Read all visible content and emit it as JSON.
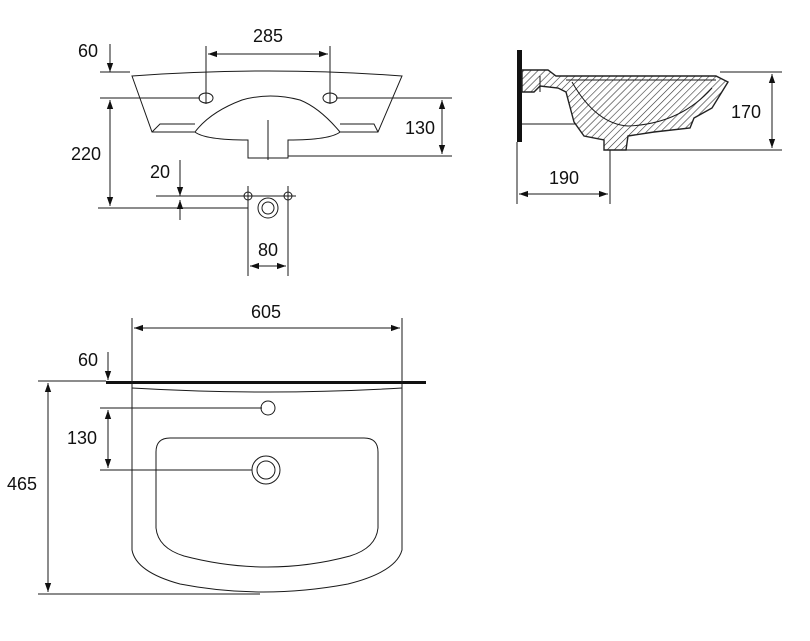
{
  "dimensions": {
    "front_top_offset": "60",
    "tap_hole_spacing": "285",
    "front_height_220": "220",
    "front_height_130": "130",
    "waste_offset_20": "20",
    "waste_hole_spacing": "80",
    "side_depth_190": "190",
    "side_height_170": "170",
    "plan_width": "605",
    "plan_top_offset": "60",
    "plan_drain_offset": "130",
    "plan_depth": "465"
  }
}
